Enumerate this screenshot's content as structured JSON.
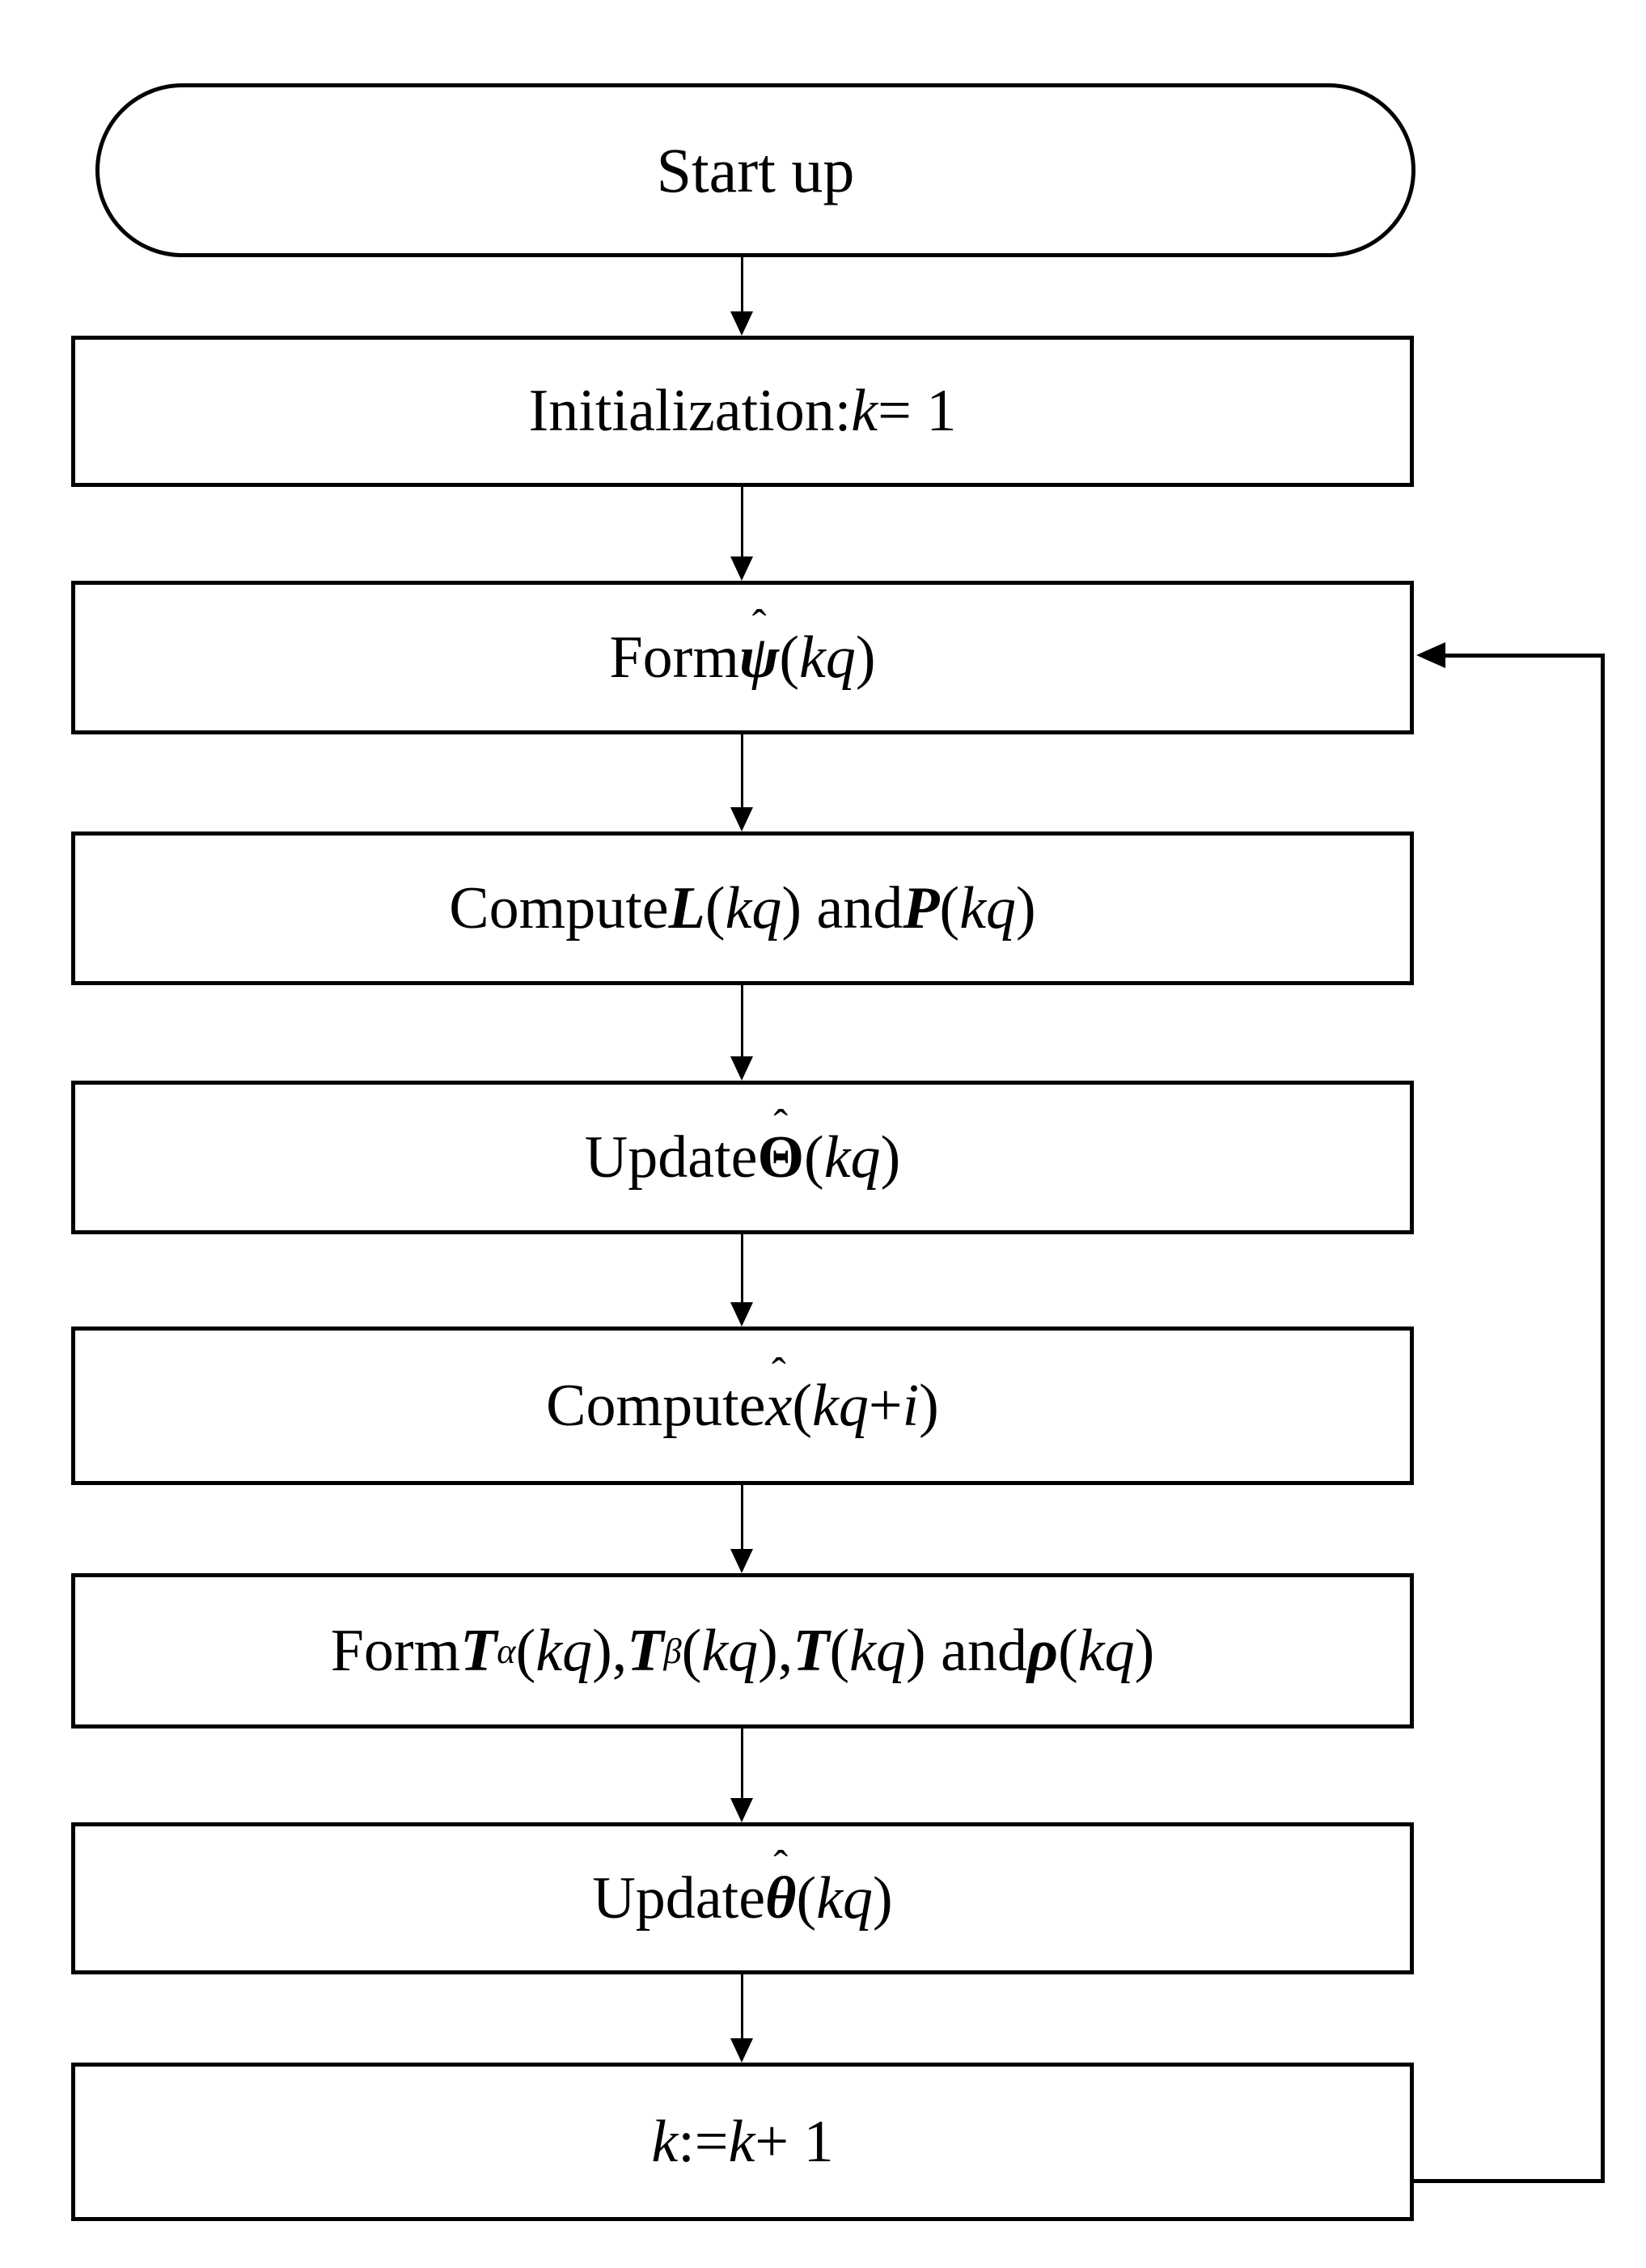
{
  "page": {
    "background": "#ffffff",
    "line_color": "#000000"
  },
  "glyphs": {
    "hat": "ˆ"
  },
  "flowchart": {
    "nodes": [
      {
        "id": "start",
        "shape": "stadium",
        "segments": [
          {
            "t": "Start up"
          }
        ]
      },
      {
        "id": "initialization",
        "shape": "rect",
        "segments": [
          {
            "t": "Initialization: "
          },
          {
            "t": "k",
            "style": "i"
          },
          {
            "t": " = 1"
          }
        ]
      },
      {
        "id": "form-psi",
        "shape": "rect",
        "segments": [
          {
            "t": "Form "
          },
          {
            "t": "ψ",
            "style": "bi",
            "hat": true
          },
          {
            "t": "("
          },
          {
            "t": "kq",
            "style": "i"
          },
          {
            "t": ")"
          }
        ]
      },
      {
        "id": "compute-l-p",
        "shape": "rect",
        "segments": [
          {
            "t": "Compute "
          },
          {
            "t": "L",
            "style": "bi"
          },
          {
            "t": "("
          },
          {
            "t": "kq",
            "style": "i"
          },
          {
            "t": ") and "
          },
          {
            "t": "P",
            "style": "bi"
          },
          {
            "t": "("
          },
          {
            "t": "kq",
            "style": "i"
          },
          {
            "t": ")"
          }
        ]
      },
      {
        "id": "update-theta-cap",
        "shape": "rect",
        "segments": [
          {
            "t": "Update "
          },
          {
            "t": "Θ",
            "style": "b",
            "hat": true
          },
          {
            "t": "("
          },
          {
            "t": "kq",
            "style": "i"
          },
          {
            "t": ")"
          }
        ]
      },
      {
        "id": "compute-x-hat",
        "shape": "rect",
        "segments": [
          {
            "t": "Compute "
          },
          {
            "t": "x",
            "style": "i",
            "hat": true
          },
          {
            "t": "("
          },
          {
            "t": "kq",
            "style": "i"
          },
          {
            "t": " + "
          },
          {
            "t": "i",
            "style": "i"
          },
          {
            "t": ")"
          }
        ]
      },
      {
        "id": "form-t-rho",
        "shape": "rect",
        "segments": [
          {
            "t": "Form "
          },
          {
            "t": "T",
            "style": "bi"
          },
          {
            "t": "α",
            "style": "i",
            "sub": true
          },
          {
            "t": "("
          },
          {
            "t": "kq",
            "style": "i"
          },
          {
            "t": "), "
          },
          {
            "t": "T",
            "style": "bi"
          },
          {
            "t": "β",
            "style": "i",
            "sub": true
          },
          {
            "t": "("
          },
          {
            "t": "kq",
            "style": "i"
          },
          {
            "t": "), "
          },
          {
            "t": "T",
            "style": "bi"
          },
          {
            "t": "("
          },
          {
            "t": "kq",
            "style": "i"
          },
          {
            "t": ") and "
          },
          {
            "t": "ρ",
            "style": "bi"
          },
          {
            "t": "("
          },
          {
            "t": "kq",
            "style": "i"
          },
          {
            "t": ")"
          }
        ]
      },
      {
        "id": "update-theta-hat",
        "shape": "rect",
        "segments": [
          {
            "t": "Update "
          },
          {
            "t": "θ",
            "style": "bi",
            "hat": true
          },
          {
            "t": "("
          },
          {
            "t": "kq",
            "style": "i"
          },
          {
            "t": ")"
          }
        ]
      },
      {
        "id": "increment-k",
        "shape": "rect",
        "segments": [
          {
            "t": "k",
            "style": "i"
          },
          {
            "t": " := "
          },
          {
            "t": "k",
            "style": "i"
          },
          {
            "t": " + 1"
          }
        ]
      }
    ]
  }
}
